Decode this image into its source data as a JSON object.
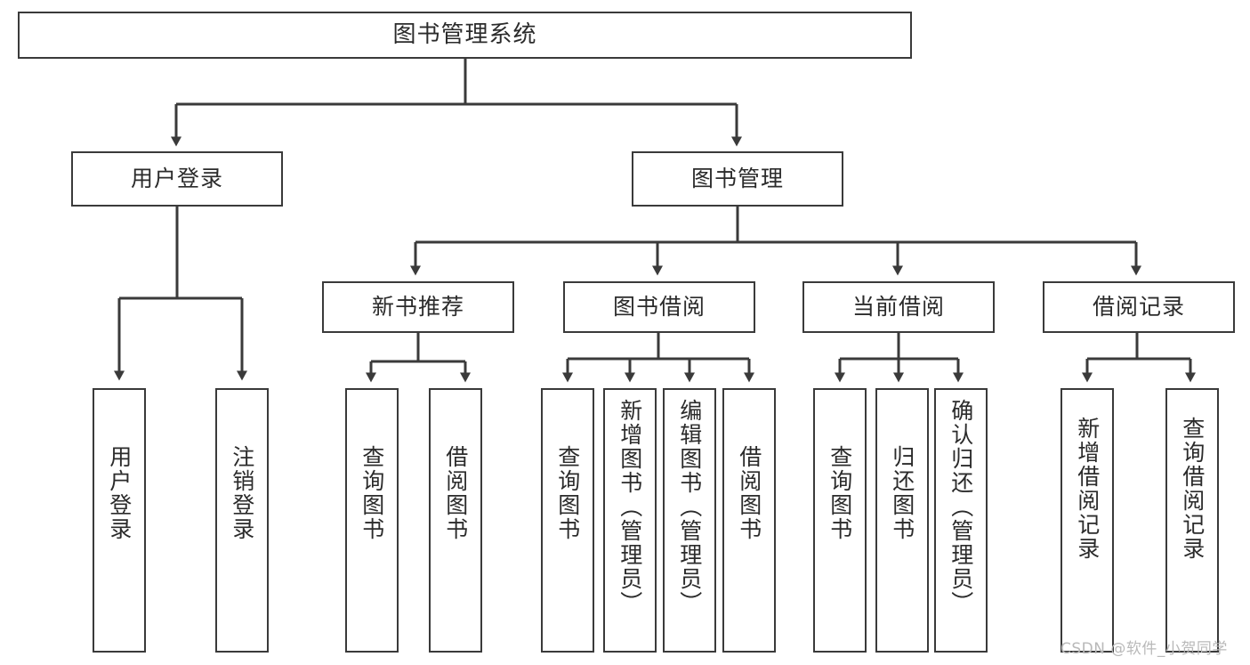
{
  "diagram": {
    "type": "tree",
    "title": "图书管理系统",
    "watermark": "CSDN @软件_小贺同学",
    "colors": {
      "border": "#3a3a3a",
      "background": "#ffffff",
      "text": "#2b2b2b",
      "edge": "#3a3a3a",
      "watermark": "#b9b9b9"
    }
  },
  "root": {
    "label": "图书管理系统"
  },
  "level2": [
    {
      "label": "用户登录"
    },
    {
      "label": "图书管理"
    }
  ],
  "level3": [
    {
      "label": "新书推荐"
    },
    {
      "label": "图书借阅"
    },
    {
      "label": "当前借阅"
    },
    {
      "label": "借阅记录"
    }
  ],
  "leaves": {
    "user_login": [
      {
        "label": "用户登录"
      },
      {
        "label": "注销登录"
      }
    ],
    "new_book": [
      {
        "label": "查询图书"
      },
      {
        "label": "借阅图书"
      }
    ],
    "book_borrow": [
      {
        "label": "查询图书"
      },
      {
        "label": "新增图书（管理员）"
      },
      {
        "label": "编辑图书（管理员）"
      },
      {
        "label": "借阅图书"
      }
    ],
    "current_borrow": [
      {
        "label": "查询图书"
      },
      {
        "label": "归还图书"
      },
      {
        "label": "确认归还（管理员）"
      }
    ],
    "borrow_record": [
      {
        "label": "新增借阅记录"
      },
      {
        "label": "查询借阅记录"
      }
    ]
  }
}
